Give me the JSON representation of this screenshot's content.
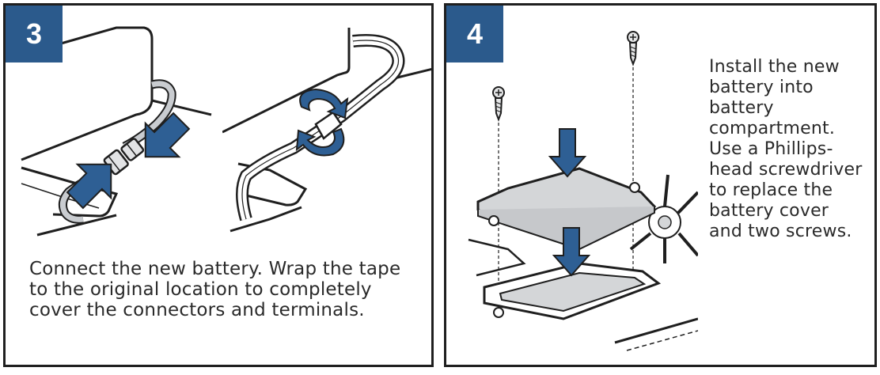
{
  "step3": {
    "number": "3",
    "text": "Connect the new battery. Wrap the tape to the original location to completely cover the connectors and terminals."
  },
  "step4": {
    "number": "4",
    "text": "Install the new battery into battery compartment. Use a Phillips-head screwdriver to replace the battery cover and two screws."
  },
  "colors": {
    "accent_blue": "#2b5a8c",
    "arrow_blue": "#2e5f94",
    "line_dark": "#1f1f1f",
    "part_gray": "#d4d6d8"
  },
  "icons": {
    "arrow": "arrow-icon",
    "rotate": "rotate-arrow-icon",
    "screw": "screw-icon"
  }
}
